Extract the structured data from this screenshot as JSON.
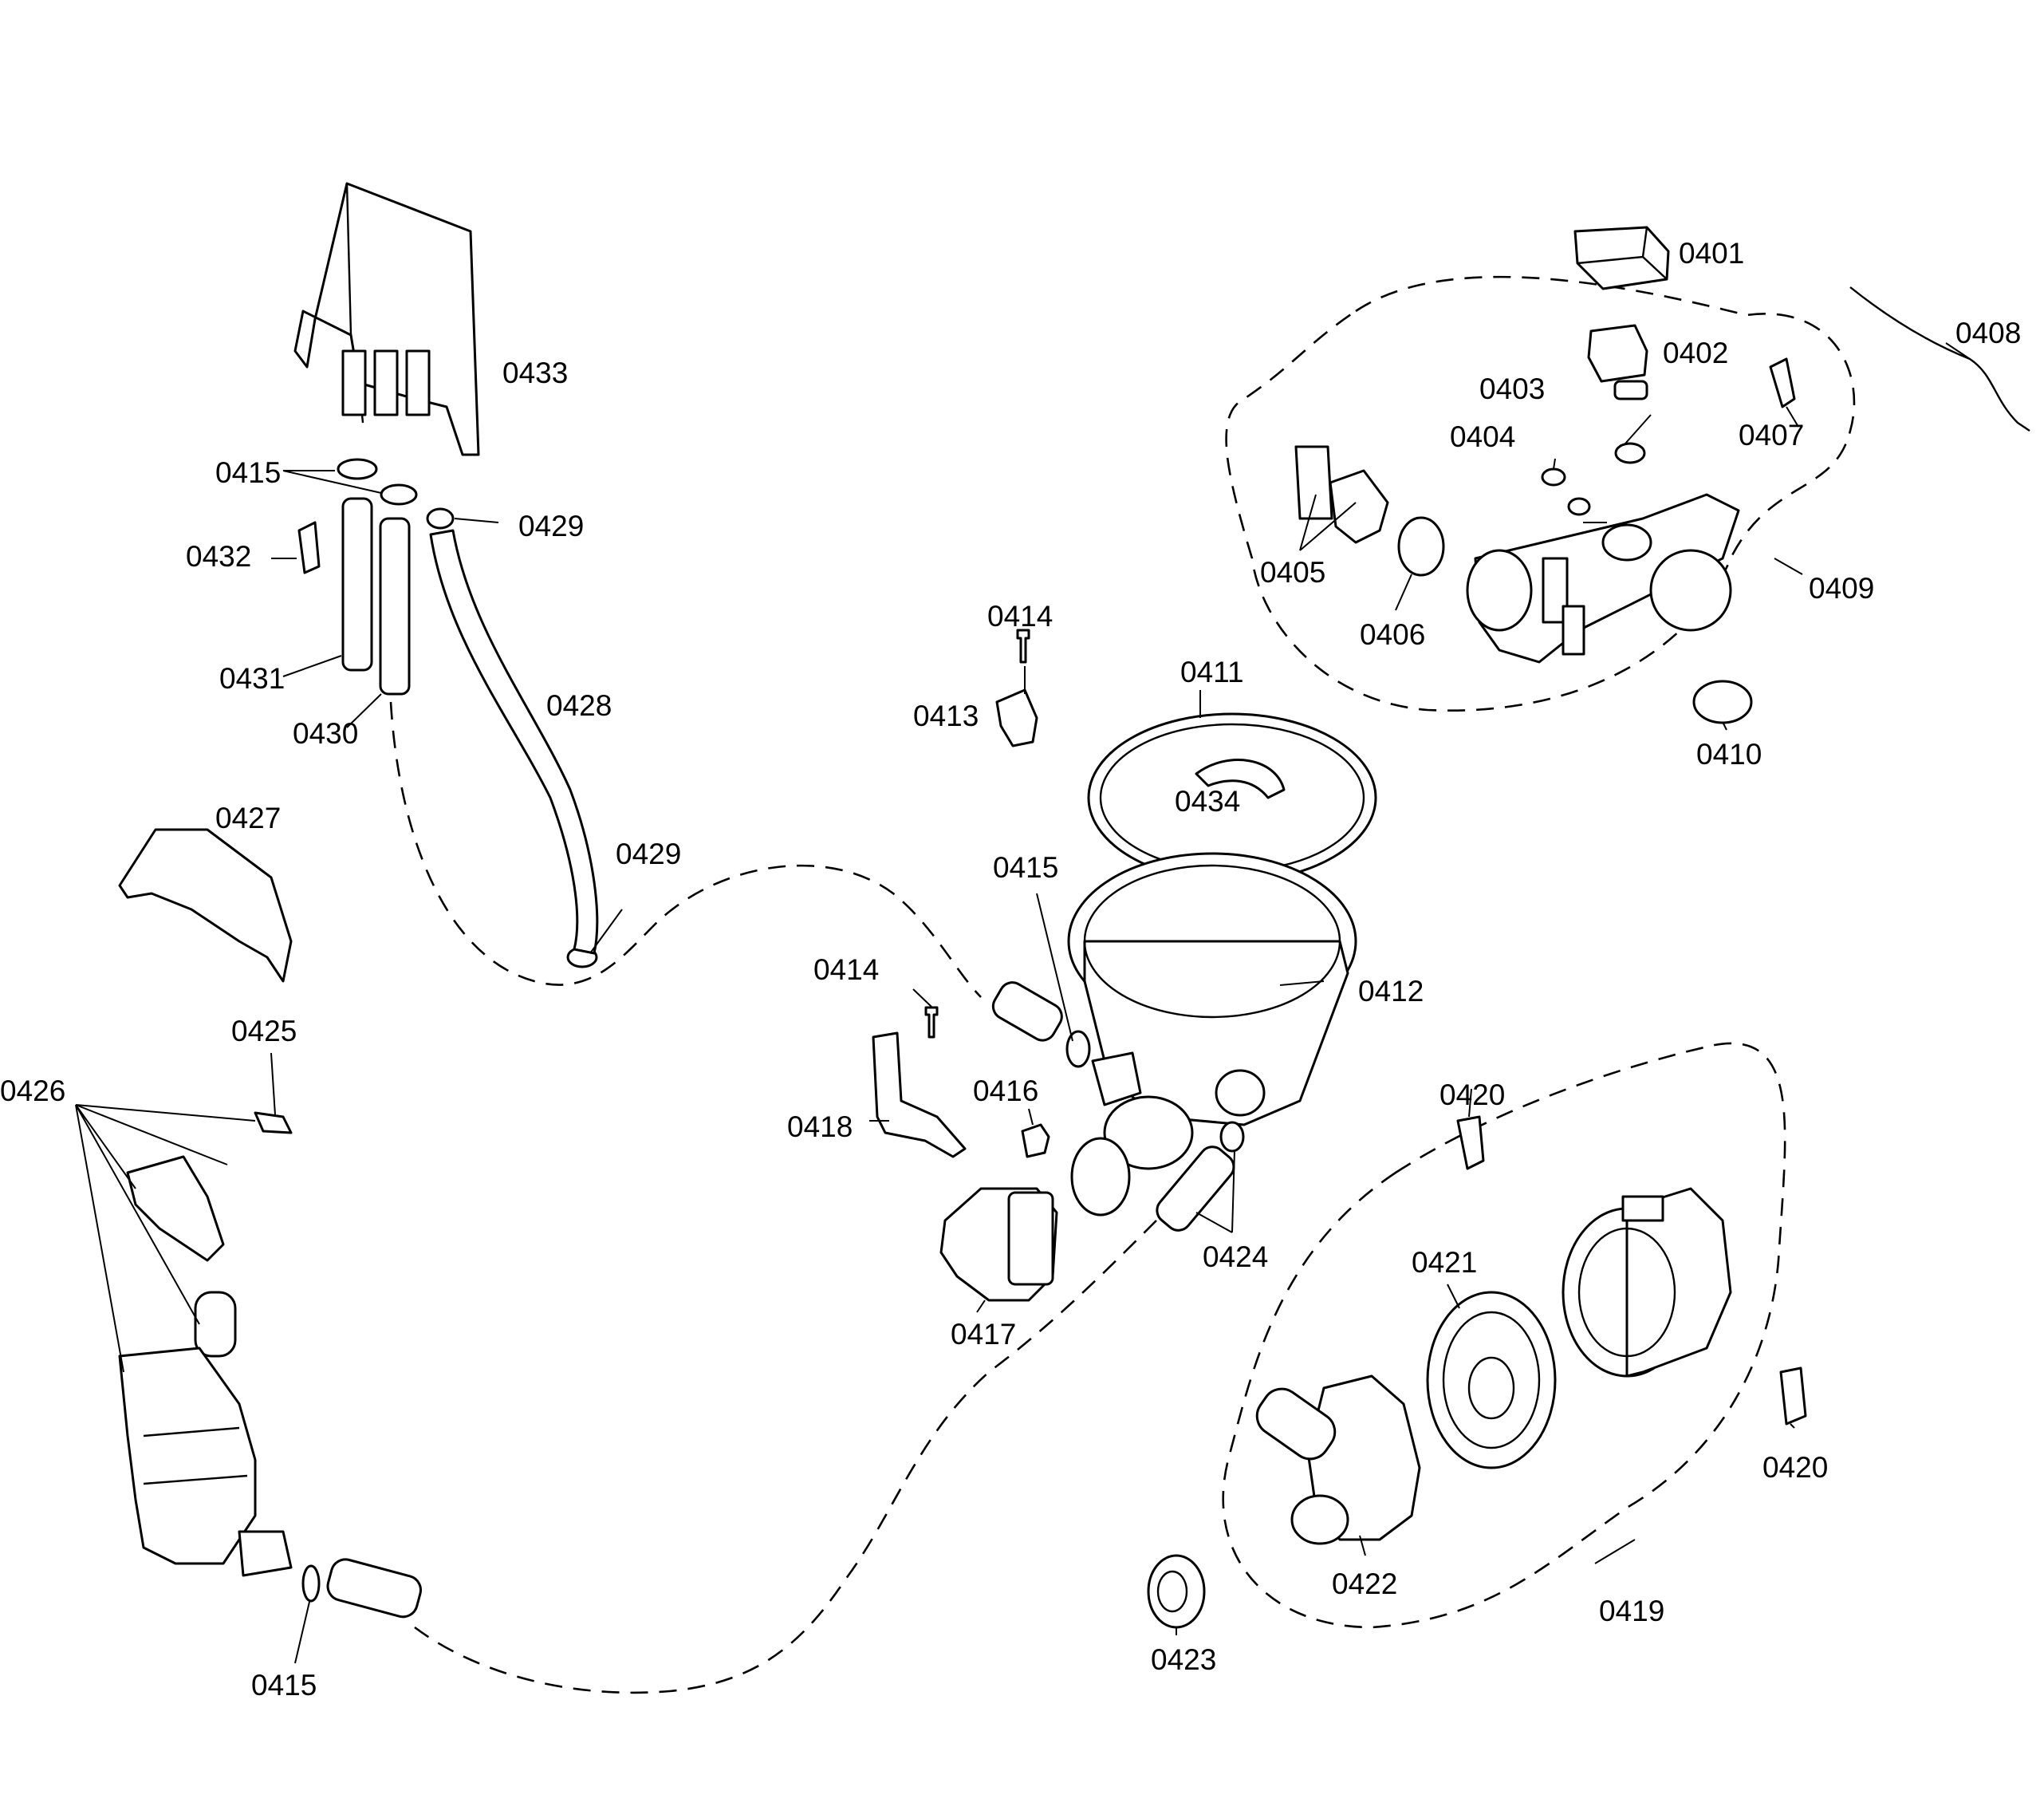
{
  "colors": {
    "background": "#ffffff",
    "ink": "#000000"
  },
  "labels": {
    "p0401": "0401",
    "p0402": "0402",
    "p0403": "0403",
    "p0404": "0404",
    "p0405": "0405",
    "p0406": "0406",
    "p0407": "0407",
    "p0408": "0408",
    "p0409": "0409",
    "p0410": "0410",
    "p0411": "0411",
    "p0412": "0412",
    "p0413": "0413",
    "p0414a": "0414",
    "p0414b": "0414",
    "p0415a": "0415",
    "p0415b": "0415",
    "p0415c": "0415",
    "p0416": "0416",
    "p0417": "0417",
    "p0418": "0418",
    "p0419": "0419",
    "p0420a": "0420",
    "p0420b": "0420",
    "p0421": "0421",
    "p0422": "0422",
    "p0423": "0423",
    "p0424": "0424",
    "p0425": "0425",
    "p0426": "0426",
    "p0427": "0427",
    "p0428": "0428",
    "p0429a": "0429",
    "p0429b": "0429",
    "p0430": "0430",
    "p0431": "0431",
    "p0432": "0432",
    "p0433": "0433",
    "p0434": "0434"
  }
}
